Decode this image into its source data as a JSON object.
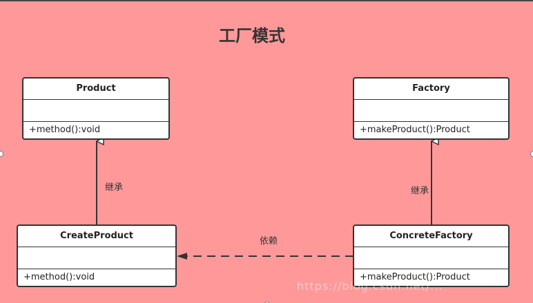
{
  "title": "工厂模式",
  "classes": {
    "product": {
      "name": "Product",
      "op": "+method():void"
    },
    "factory": {
      "name": "Factory",
      "op": "+makeProduct():Product"
    },
    "create_product": {
      "name": "CreateProduct",
      "op": "+method():void"
    },
    "concrete_factory": {
      "name": "ConcreteFactory",
      "op": "+makeProduct():Product"
    }
  },
  "relations": {
    "inherit_left": "继承",
    "inherit_right": "继承",
    "dependency": "依赖"
  },
  "watermark": "https://blog.csdn.net/...",
  "colors": {
    "background": "#ff9999",
    "box": "#ffffff",
    "line": "#333333"
  }
}
